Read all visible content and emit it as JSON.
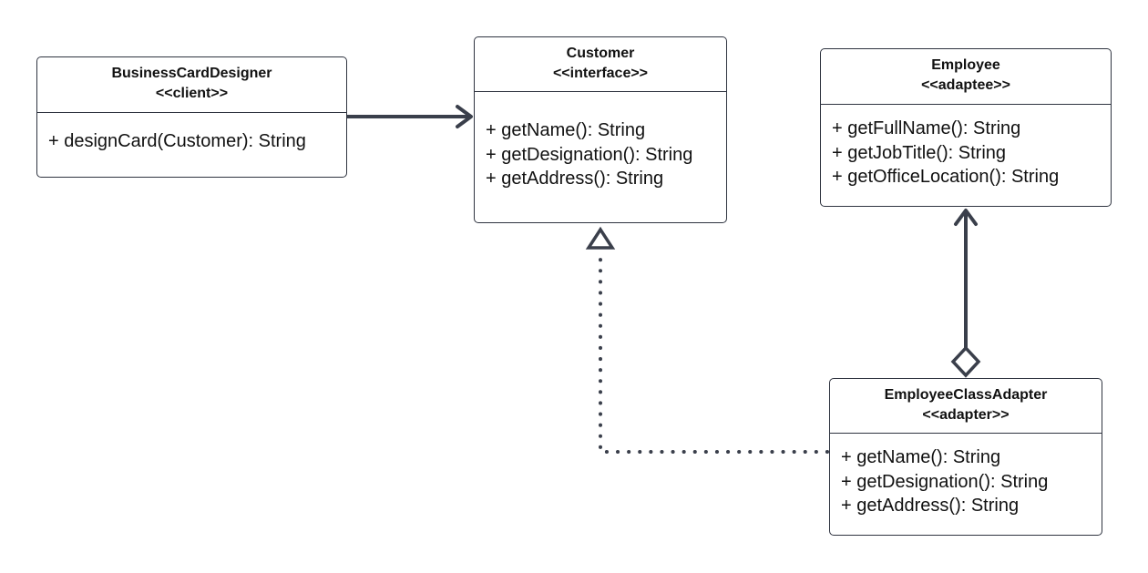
{
  "diagram": {
    "colors": {
      "line": "#3a3f4b",
      "border": "#2f3440",
      "background": "#ffffff",
      "text": "#111111"
    },
    "classes": [
      {
        "id": "designer",
        "name": "BusinessCardDesigner",
        "stereotype": "<<client>>",
        "members": [
          "+ designCard(Customer): String"
        ]
      },
      {
        "id": "customer",
        "name": "Customer",
        "stereotype": "<<interface>>",
        "members": [
          "+ getName(): String",
          "+ getDesignation(): String",
          "+ getAddress(): String"
        ]
      },
      {
        "id": "employee",
        "name": "Employee",
        "stereotype": "<<adaptee>>",
        "members": [
          "+ getFullName(): String",
          "+ getJobTitle(): String",
          "+ getOfficeLocation(): String"
        ]
      },
      {
        "id": "adapter",
        "name": "EmployeeClassAdapter",
        "stereotype": "<<adapter>>",
        "members": [
          "+ getName(): String",
          "+ getDesignation(): String",
          "+ getAddress(): String"
        ]
      }
    ],
    "relationships": [
      {
        "type": "association",
        "from": "BusinessCardDesigner",
        "to": "Customer",
        "line_style": "solid",
        "head": "open-arrow"
      },
      {
        "type": "realization",
        "from": "EmployeeClassAdapter",
        "to": "Customer",
        "line_style": "dotted",
        "head": "hollow-triangle"
      },
      {
        "type": "aggregation",
        "from": "EmployeeClassAdapter",
        "to": "Employee",
        "line_style": "solid",
        "head": "open-arrow",
        "tail": "hollow-diamond"
      }
    ]
  }
}
